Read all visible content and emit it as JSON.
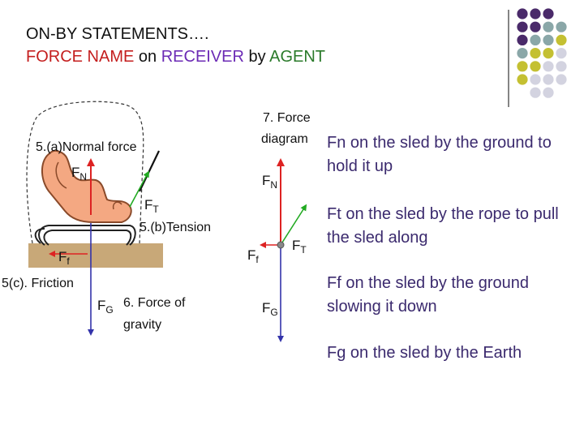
{
  "title": {
    "line1": "ON-BY STATEMENTS….",
    "line2": {
      "force_name": "FORCE NAME",
      "on": "on",
      "receiver": "RECEIVER",
      "by": "by",
      "agent": "AGENT"
    }
  },
  "colors": {
    "dot_purple": "#4a2a6a",
    "dot_teal": "#8aa7a8",
    "dot_yellow": "#c4c032",
    "dot_lavender": "#d3d3e0",
    "sled": "#f4a882",
    "ground": "#c8a878",
    "normal_arrow": "#dd2222",
    "tension_arrow": "#22aa22",
    "friction_arrow": "#dd2222",
    "gravity_arrow": "#3333aa"
  },
  "sled_diagram": {
    "normal_label": "5.(a)Normal force",
    "normal_symbol": "F",
    "normal_sub": "N",
    "tension_label": "5.(b)Tension",
    "tension_symbol": "F",
    "tension_sub": "T",
    "friction_label": "5(c). Friction",
    "friction_symbol": "F",
    "friction_sub": "f",
    "gravity_label_line1": "6. Force of",
    "gravity_label_line2": "gravity",
    "gravity_symbol": "F",
    "gravity_sub": "G"
  },
  "force_diagram": {
    "title_line1": "7. Force",
    "title_line2": "diagram",
    "normal_symbol": "F",
    "normal_sub": "N",
    "tension_symbol": "F",
    "tension_sub": "T",
    "friction_symbol": "F",
    "friction_sub": "f",
    "gravity_symbol": "F",
    "gravity_sub": "G"
  },
  "statements": [
    "Fn on the sled by the ground to hold it up",
    "Ft on the sled by the rope to pull the sled along",
    "Ff on the sled by the ground slowing it down",
    "Fg on the sled by the Earth"
  ]
}
